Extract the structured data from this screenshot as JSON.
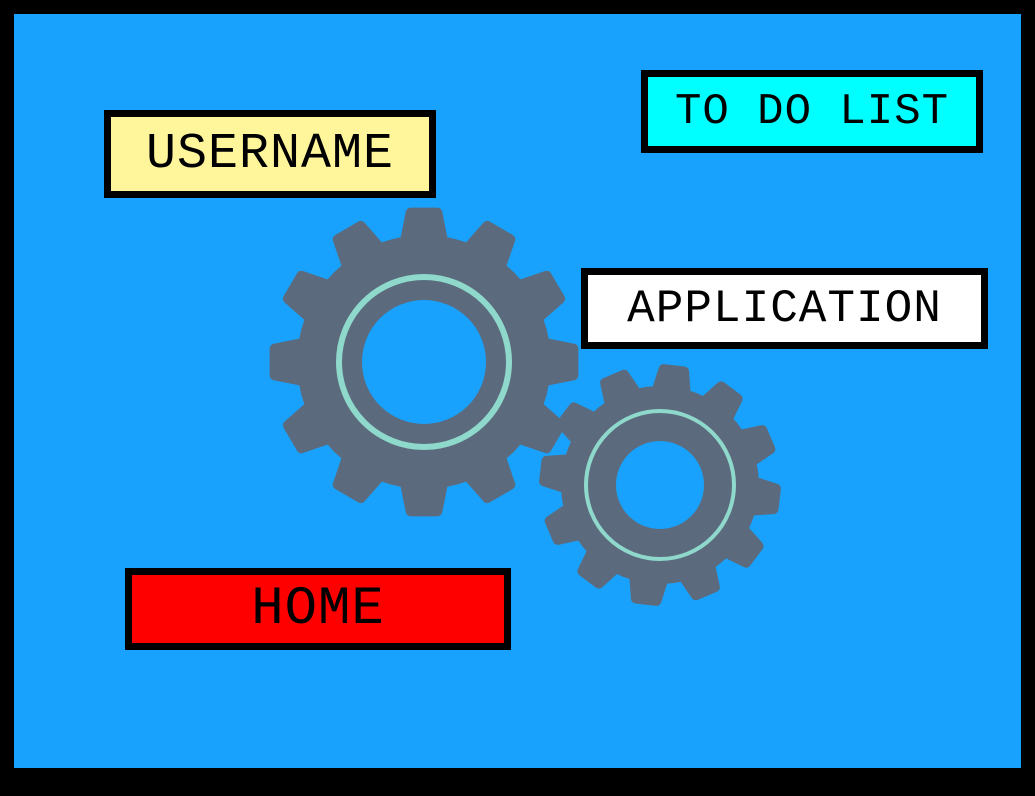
{
  "screen": {
    "background_color": "#18a2fd",
    "frame_color": "#000000"
  },
  "buttons": {
    "username": {
      "label": "USERNAME",
      "color": "#fff59b"
    },
    "todo_list": {
      "label": "TO DO LIST",
      "color": "#00ffff"
    },
    "application": {
      "label": "APPLICATION",
      "color": "#ffffff"
    },
    "home": {
      "label": "HOME",
      "color": "#ff0000"
    }
  },
  "icons": {
    "large_gear": "gear-icon",
    "small_gear": "gear-icon",
    "gear_color": "#5b6b7d",
    "ring_color": "#8fd8cc"
  }
}
